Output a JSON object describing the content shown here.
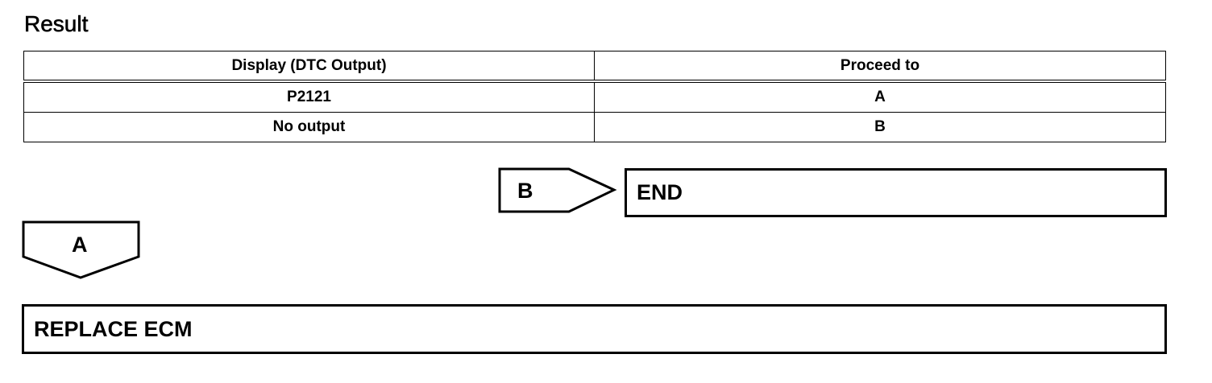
{
  "heading": "Result",
  "table": {
    "headers": [
      "Display (DTC Output)",
      "Proceed to"
    ],
    "rows": [
      [
        "P2121",
        "A"
      ],
      [
        "No output",
        "B"
      ]
    ]
  },
  "flow": {
    "branch_b_label": "B",
    "branch_b_target": "END",
    "branch_a_label": "A",
    "branch_a_target": "REPLACE ECM"
  }
}
